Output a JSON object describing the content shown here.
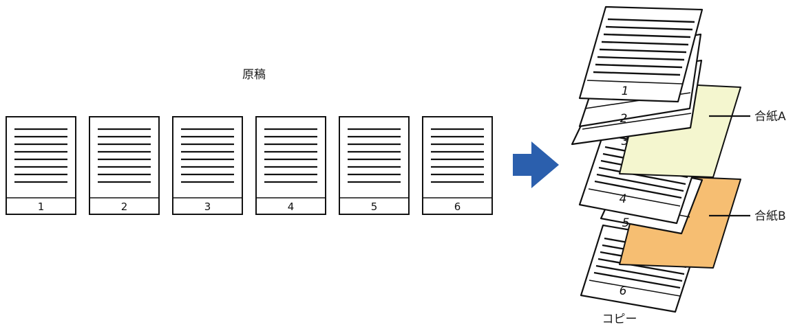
{
  "originals": {
    "label": "原稿",
    "pages": [
      "1",
      "2",
      "3",
      "4",
      "5",
      "6"
    ]
  },
  "arrow_color": "#2b5fad",
  "copies": {
    "label": "コピー",
    "pages": [
      "1",
      "2",
      "3",
      "4",
      "5",
      "6"
    ],
    "insert_a": {
      "label": "合紙A",
      "color": "#f4f6cf"
    },
    "insert_b": {
      "label": "合紙B",
      "color": "#f6be72"
    }
  }
}
